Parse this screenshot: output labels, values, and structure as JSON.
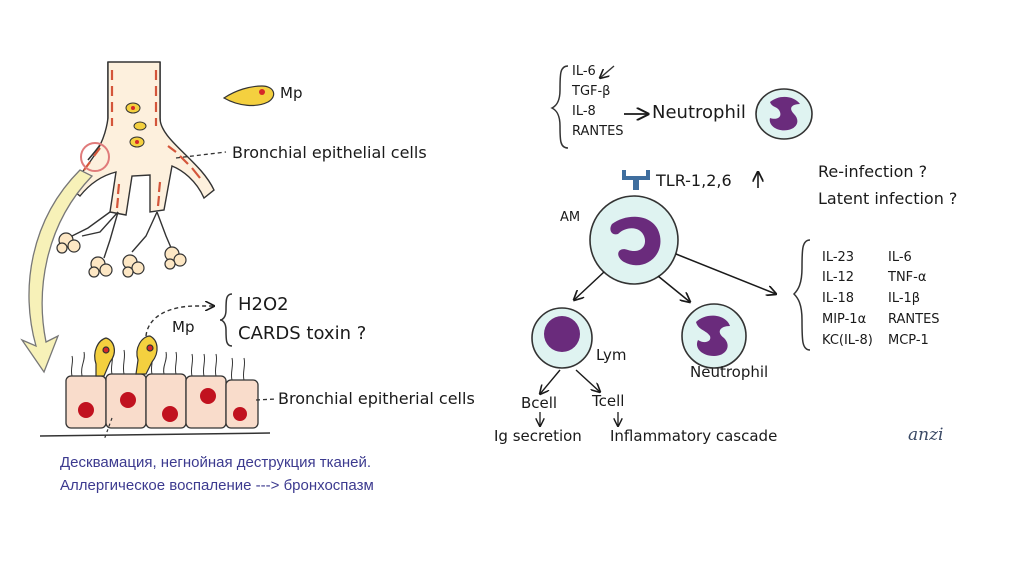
{
  "left": {
    "mp_label_top": "Mp",
    "bronchial_label_1": "Bronchial epithelial cells",
    "mp_label_mid": "Mp",
    "products": [
      "H2O2",
      "CARDS toxin ?"
    ],
    "bronchial_label_2": "Bronchial epitherial cells"
  },
  "right": {
    "cytokines_top": [
      "IL-6",
      "TGF-β",
      "IL-8",
      "RANTES"
    ],
    "neutrophil_top": "Neutrophil",
    "tlr": "TLR-1,2,6",
    "am": "AM",
    "questions": [
      "Re-infection ?",
      "Latent infection ?"
    ],
    "cytokines_right_col1": [
      "IL-23",
      "IL-12",
      "IL-18",
      "MIP-1α",
      "KC(IL-8)"
    ],
    "cytokines_right_col2": [
      "IL-6",
      "TNF-α",
      "IL-1β",
      "RANTES",
      "MCP-1"
    ],
    "lym": "Lym",
    "neutrophil_bottom": "Neutrophil",
    "bcell": "Bcell",
    "tcell": "Tcell",
    "ig": "Ig secretion",
    "cascade": "Inflammatory cascade",
    "signature": "anzi"
  },
  "captions": [
    "Десквамация, негнойная деструкция тканей.",
    "Аллергическое воспаление ---> бронхоспазм"
  ],
  "colors": {
    "mycoplasma_fill": "#f4d03f",
    "mycoplasma_nucleus": "#d62828",
    "bronchus_fill": "#fdf0dd",
    "bronchus_stripe": "#d4553a",
    "cell_fill": "#f9dccb",
    "cell_nucleus": "#c1121f",
    "immune_cell_fill": "#dff3f1",
    "immune_nucleus": "#6a2b7c",
    "arrow_fill": "#f7f1b8",
    "receptor": "#3f6e9e",
    "zoom_circle": "#e07b7b",
    "caption_text": "#3c3a8f"
  }
}
